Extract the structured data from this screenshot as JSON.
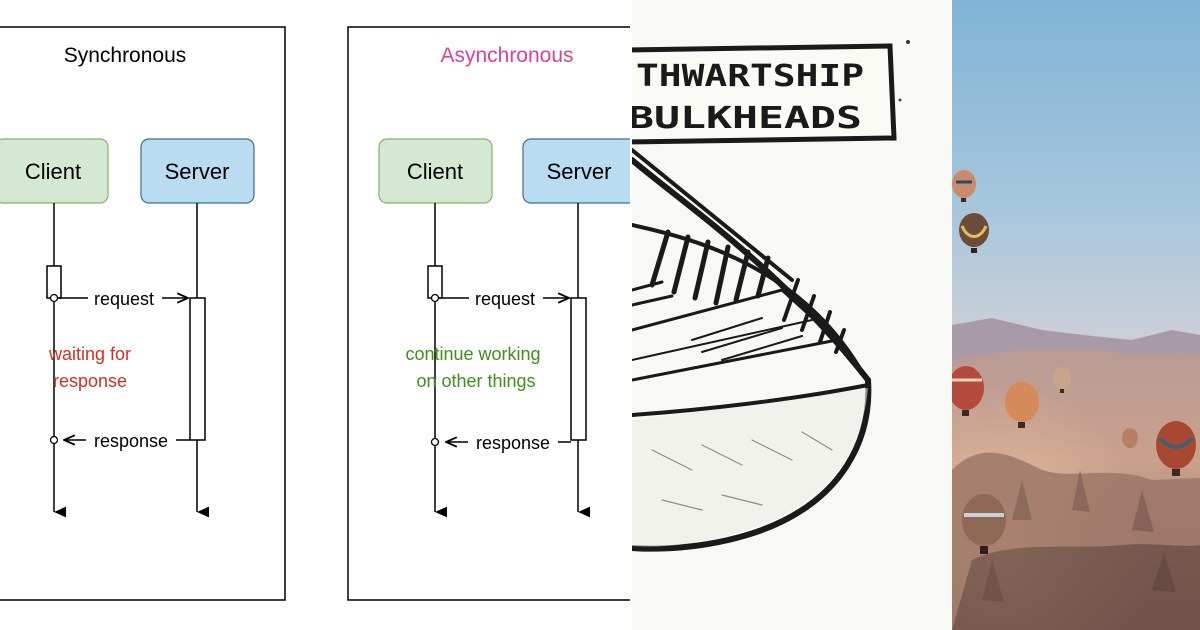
{
  "synchronous": {
    "title": "Synchronous",
    "client_label": "Client",
    "server_label": "Server",
    "request_label": "request",
    "response_label": "response",
    "note_lines": [
      "waiting for",
      "response"
    ]
  },
  "asynchronous": {
    "title": "Asynchronous",
    "client_label": "Client",
    "server_label": "Server",
    "request_label": "request",
    "response_label": "response",
    "note_lines": [
      "continue working",
      "on other things"
    ]
  },
  "sketch": {
    "sign_lines": [
      "THWARTSHIP",
      "BULKHEADS"
    ]
  },
  "colors": {
    "client_fill": "#d5e8d4",
    "client_stroke": "#82b366",
    "server_fill": "#b9dcf0",
    "server_stroke": "#3a6f93",
    "sync_note": "#d0301f",
    "async_title": "#d9419a",
    "async_note": "#3f8f1d"
  }
}
